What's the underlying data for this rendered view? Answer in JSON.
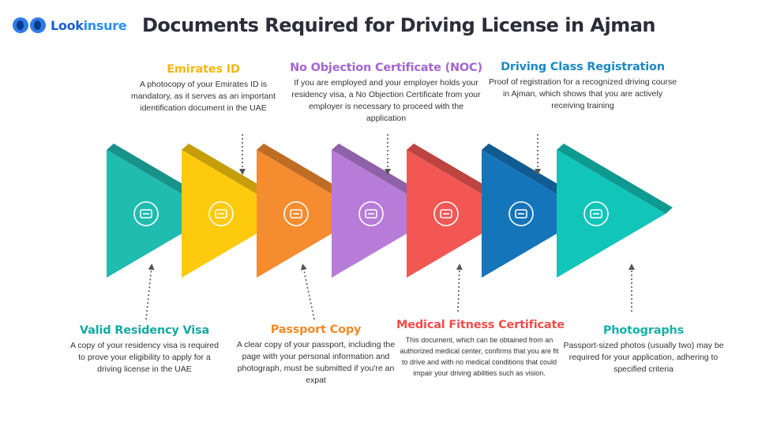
{
  "brand": {
    "logo_part1": "Look",
    "logo_part2": "insure"
  },
  "title": "Documents Required for Driving License in Ajman",
  "colors": {
    "teal": "#20bcb0",
    "yellow": "#fdca0d",
    "orange": "#f58c2f",
    "purple": "#b77cd8",
    "red": "#f25753",
    "blue": "#1575ba",
    "aqua": "#12c5b9"
  },
  "steps": [
    {
      "title": "Valid Residency Visa",
      "text": "A copy of your residency visa is required to prove your eligibility to apply for a driving license in the UAE",
      "icon": "shopping-basket-icon",
      "color": "#20bcb0",
      "title_color": "#15a9a0",
      "position": "bottom"
    },
    {
      "title": "Emirates ID",
      "text": "A photocopy of your Emirates ID is mandatory, as it serves as an important identification document in the UAE",
      "icon": "gear-icon",
      "color": "#fdca0d",
      "title_color": "#f2b90a",
      "position": "top"
    },
    {
      "title": "Passport Copy",
      "text": "A clear copy of your passport, including the page with your personal information and photograph, must be submitted if you're an expat",
      "icon": "idea-box-icon",
      "color": "#f58c2f",
      "title_color": "#f28a28",
      "position": "bottom"
    },
    {
      "title": "No Objection Certificate (NOC)",
      "text": "If you are employed and your employer holds your residency visa, a No Objection Certificate from your employer is necessary to proceed with the application",
      "icon": "dollar-network-icon",
      "color": "#b77cd8",
      "title_color": "#a466d0",
      "position": "top"
    },
    {
      "title": "Medical Fitness Certificate",
      "text": "This document, which can be obtained from an authorized medical center, confirms that you are fit to drive and with no medical conditions that could impair your driving abilities such as vision.",
      "icon": "handshake-icon",
      "color": "#f25753",
      "title_color": "#ef4d49",
      "position": "bottom"
    },
    {
      "title": "Driving Class Registration",
      "text": "Proof of registration for a recognized driving course in Ajman, which shows that you are actively receiving training",
      "icon": "shield-bulb-icon",
      "color": "#1575ba",
      "title_color": "#1a8ac0",
      "position": "top"
    },
    {
      "title": "Photographs",
      "text": "Passport-sized photos (usually two) may be required for your application, adhering to specified criteria",
      "icon": "chess-knight-icon",
      "color": "#12c5b9",
      "title_color": "#14b2a6",
      "position": "bottom"
    }
  ]
}
